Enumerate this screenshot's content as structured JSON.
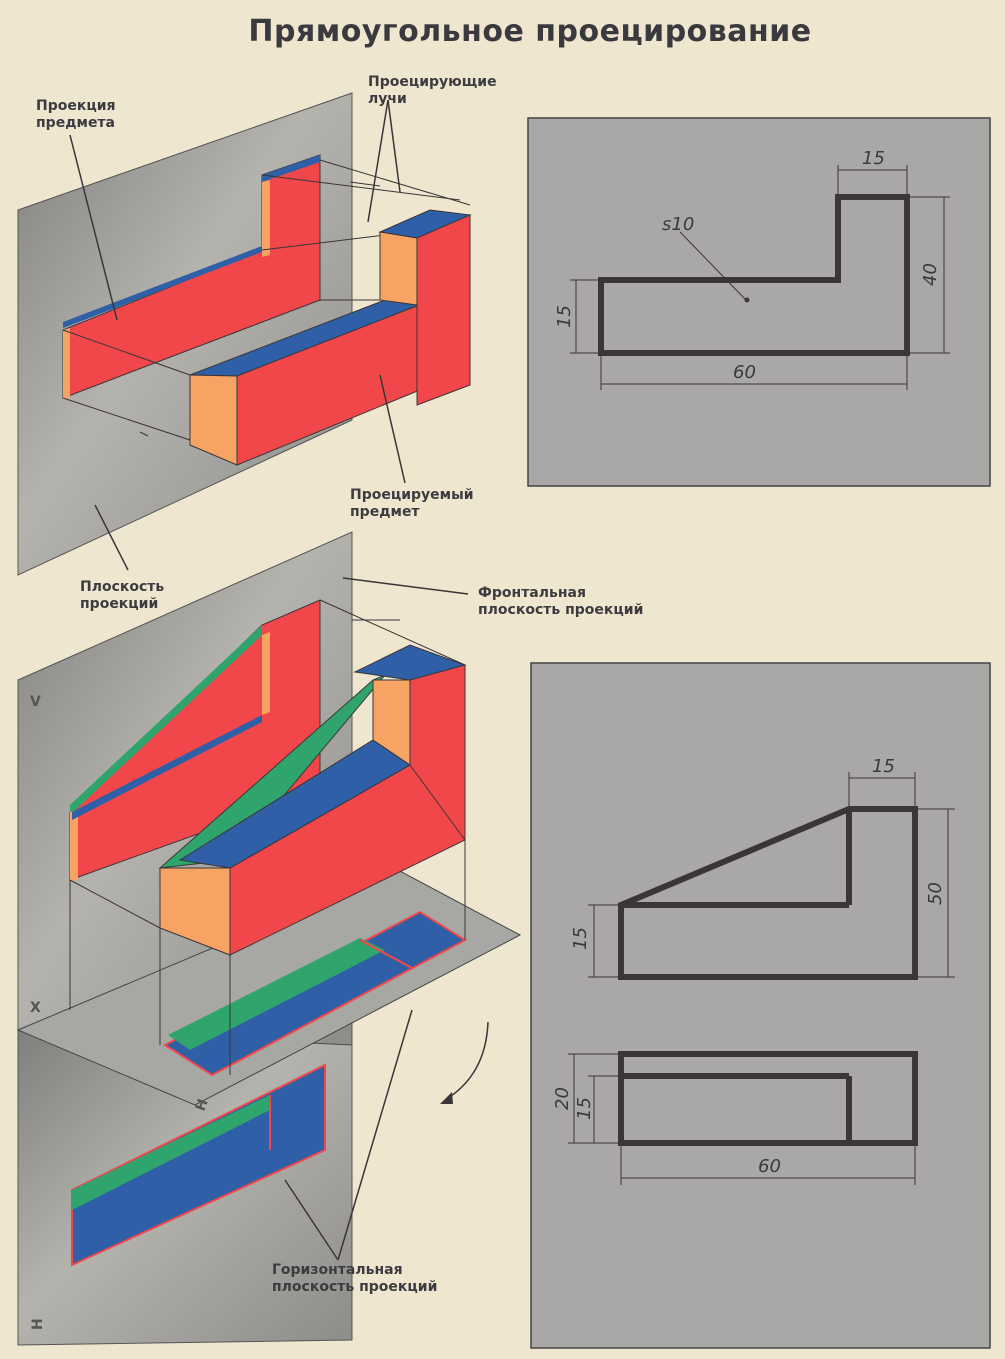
{
  "title": "Прямоугольное проецирование",
  "labels": {
    "object_projection": "Проекция\nпредмета",
    "projecting_rays": "Проецирующие\nлучи",
    "projected_object": "Проецируемый\nпредмет",
    "projection_plane": "Плоскость\nпроекций",
    "frontal_plane": "Фронтальная\nплоскость проекций",
    "horizontal_plane": "Горизонтальная\nплоскость проекций"
  },
  "axis_letters": {
    "v": "V",
    "x": "X",
    "h_mid": "H",
    "h_bottom": "H"
  },
  "drawing1_dims": {
    "top_width": "15",
    "thickness": "s10",
    "right_height": "40",
    "left_height": "15",
    "length": "60"
  },
  "drawing2_dims": {
    "top_width": "15",
    "right_height": "50",
    "left_height": "15",
    "plan_outer": "20",
    "plan_inner": "15",
    "length": "60"
  },
  "colors": {
    "background": "#efe6cf",
    "plane": "#a7a7a3",
    "panel": "#a9a8a6",
    "red": "#f2474a",
    "blue": "#2f5fa6",
    "orange": "#f6a363",
    "green": "#2fa46c",
    "outline": "#3b3538"
  }
}
